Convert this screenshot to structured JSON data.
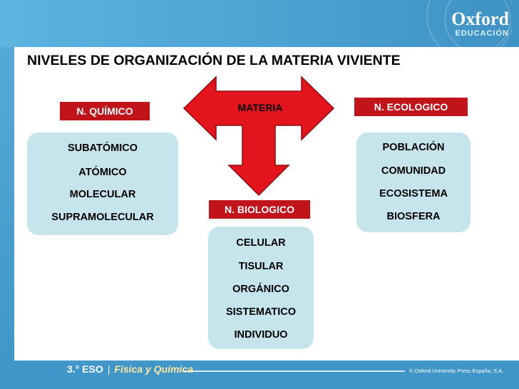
{
  "brand": {
    "name": "Oxford",
    "subtitle": "EDUCACIÓN"
  },
  "title": "NIVELES DE ORGANIZACIÓN DE LA MATERIA VIVIENTE",
  "center": {
    "label": "MATERIA",
    "arrow_color": "#e3141b"
  },
  "quimico": {
    "label": "N. QUÍMICO",
    "items": [
      "SUBATÓMICO",
      "ATÓMICO",
      "MOLECULAR",
      "SUPRAMOLECULAR"
    ]
  },
  "ecologico": {
    "label": "N. ECOLOGICO",
    "items": [
      "POBLACIÓN",
      "COMUNIDAD",
      "ECOSISTEMA",
      "BIOSFERA"
    ]
  },
  "biologico": {
    "label": "N. BIOLOGICO",
    "items": [
      "CELULAR",
      "TISULAR",
      "ORGÁNICO",
      "SISTEMATICO",
      "INDIVIDUO"
    ]
  },
  "colors": {
    "red_label": "#c1141a",
    "light_box": "#c5e4ec",
    "background_blue": "#4a9fcf"
  },
  "footer": {
    "grade": "3.° ESO",
    "separator": "|",
    "course": "Física y Química",
    "copyright": "© Oxford University Press España, S.A."
  }
}
